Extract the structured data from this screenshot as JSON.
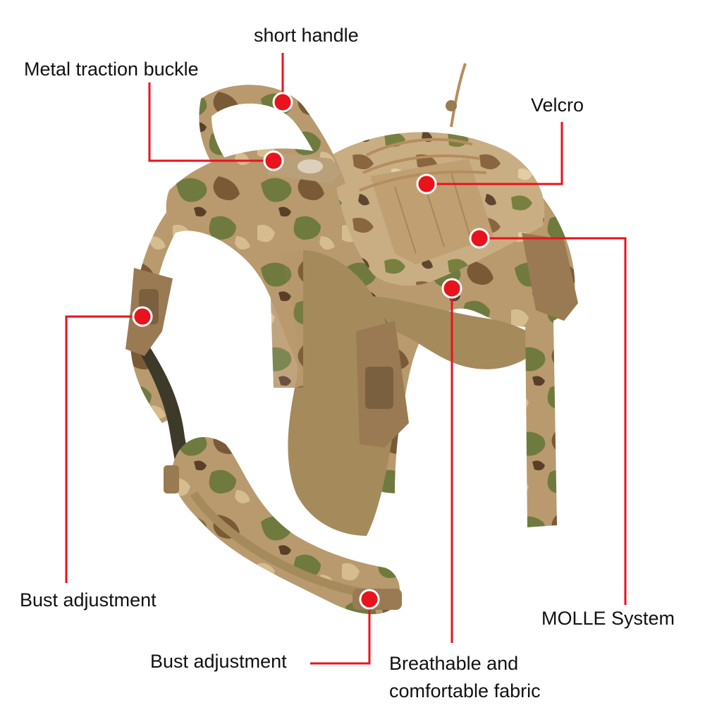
{
  "image": {
    "subject": "Camouflage tactical dog harness with labelled features",
    "background": "#ffffff"
  },
  "colors": {
    "callout": "#e8131c",
    "callout_dot_ring": "#ffffff",
    "camo_base": "#b89a6e",
    "camo_green": "#6f7a3e",
    "camo_brown": "#7a5a36",
    "camo_tan": "#d6bd90",
    "lining": "#a58a5c",
    "buckle": "#9a7a52"
  },
  "labels": {
    "short_handle": "short handle",
    "metal_traction_buckle": "Metal traction buckle",
    "velcro": "Velcro",
    "bust_adjustment_left": "Bust adjustment",
    "molle_system": "MOLLE System",
    "bust_adjustment_bottom": "Bust adjustment",
    "fabric_line1": "Breathable and",
    "fabric_line2": "comfortable fabric"
  }
}
